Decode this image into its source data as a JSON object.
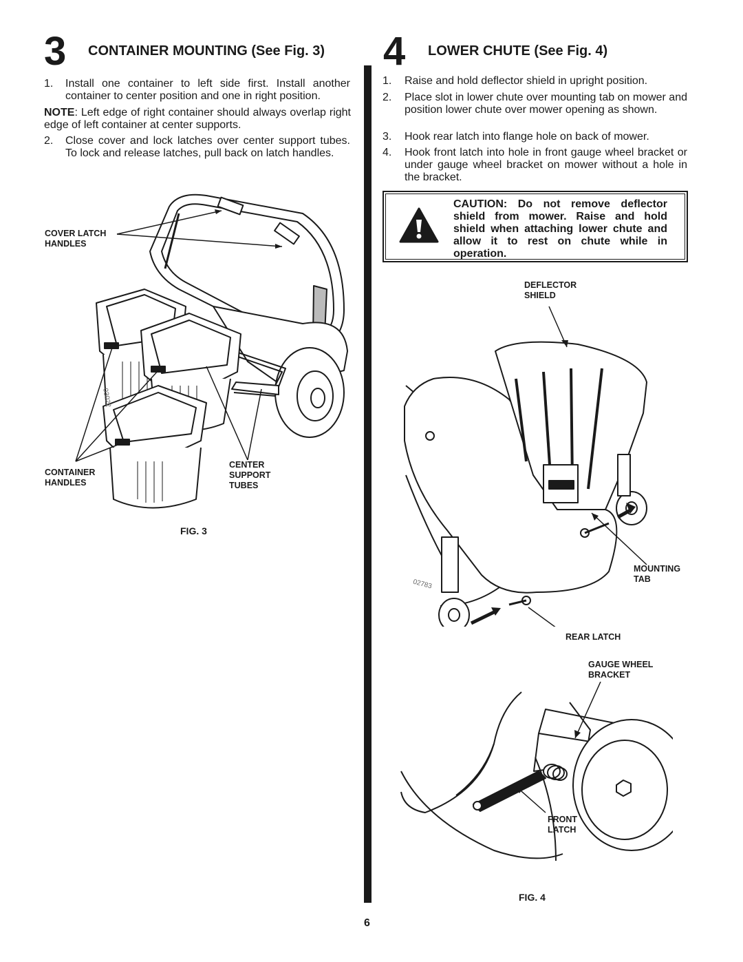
{
  "section3": {
    "number": "3",
    "title": "CONTAINER MOUNTING (See Fig. 3)",
    "item1_num": "1.",
    "item1_text": "Install one container to left side first. Install another container to center position and one in right position.",
    "note_label": "NOTE",
    "note_text": ": Left edge of right container should always overlap right edge of left container at  center supports.",
    "item2_num": "2.",
    "item2_text": "Close cover and lock latches over center support tubes. To lock and release latches, pull back on latch handles."
  },
  "fig3": {
    "label_cover_latch_1": "COVER LATCH",
    "label_cover_latch_2": "HANDLES",
    "label_container_1": "CONTAINER",
    "label_container_2": "HANDLES",
    "label_center_1": "CENTER",
    "label_center_2": "SUPPORT",
    "label_center_3": "TUBES",
    "code": "03022",
    "caption": "FIG. 3"
  },
  "section4": {
    "number": "4",
    "title": "LOWER CHUTE (See Fig. 4)",
    "item1_num": "1.",
    "item1_text": "Raise and hold deflector shield in upright position.",
    "item2_num": "2.",
    "item2_text": "Place slot in lower chute over mounting tab on mower and position lower chute over mower opening as shown.",
    "item3_num": "3.",
    "item3_text": "Hook rear latch into flange hole on back of mower.",
    "item4_num": "4.",
    "item4_text": "Hook front latch into hole in front gauge wheel bracket or under gauge wheel bracket on mower without a hole in the bracket.",
    "caution": "CAUTION: Do not remove deflector shield from mower. Raise and hold shield when attaching lower chute and allow it to rest on chute while in operation."
  },
  "fig4": {
    "label_deflector_1": "DEFLECTOR",
    "label_deflector_2": "SHIELD",
    "label_mounting_1": "MOUNTING",
    "label_mounting_2": "TAB",
    "label_rear_latch": "REAR LATCH",
    "label_gauge_1": "GAUGE WHEEL",
    "label_gauge_2": "BRACKET",
    "label_front_1": "FRONT",
    "label_front_2": "LATCH",
    "code": "02783",
    "caption": "FIG. 4"
  },
  "page_number": "6"
}
